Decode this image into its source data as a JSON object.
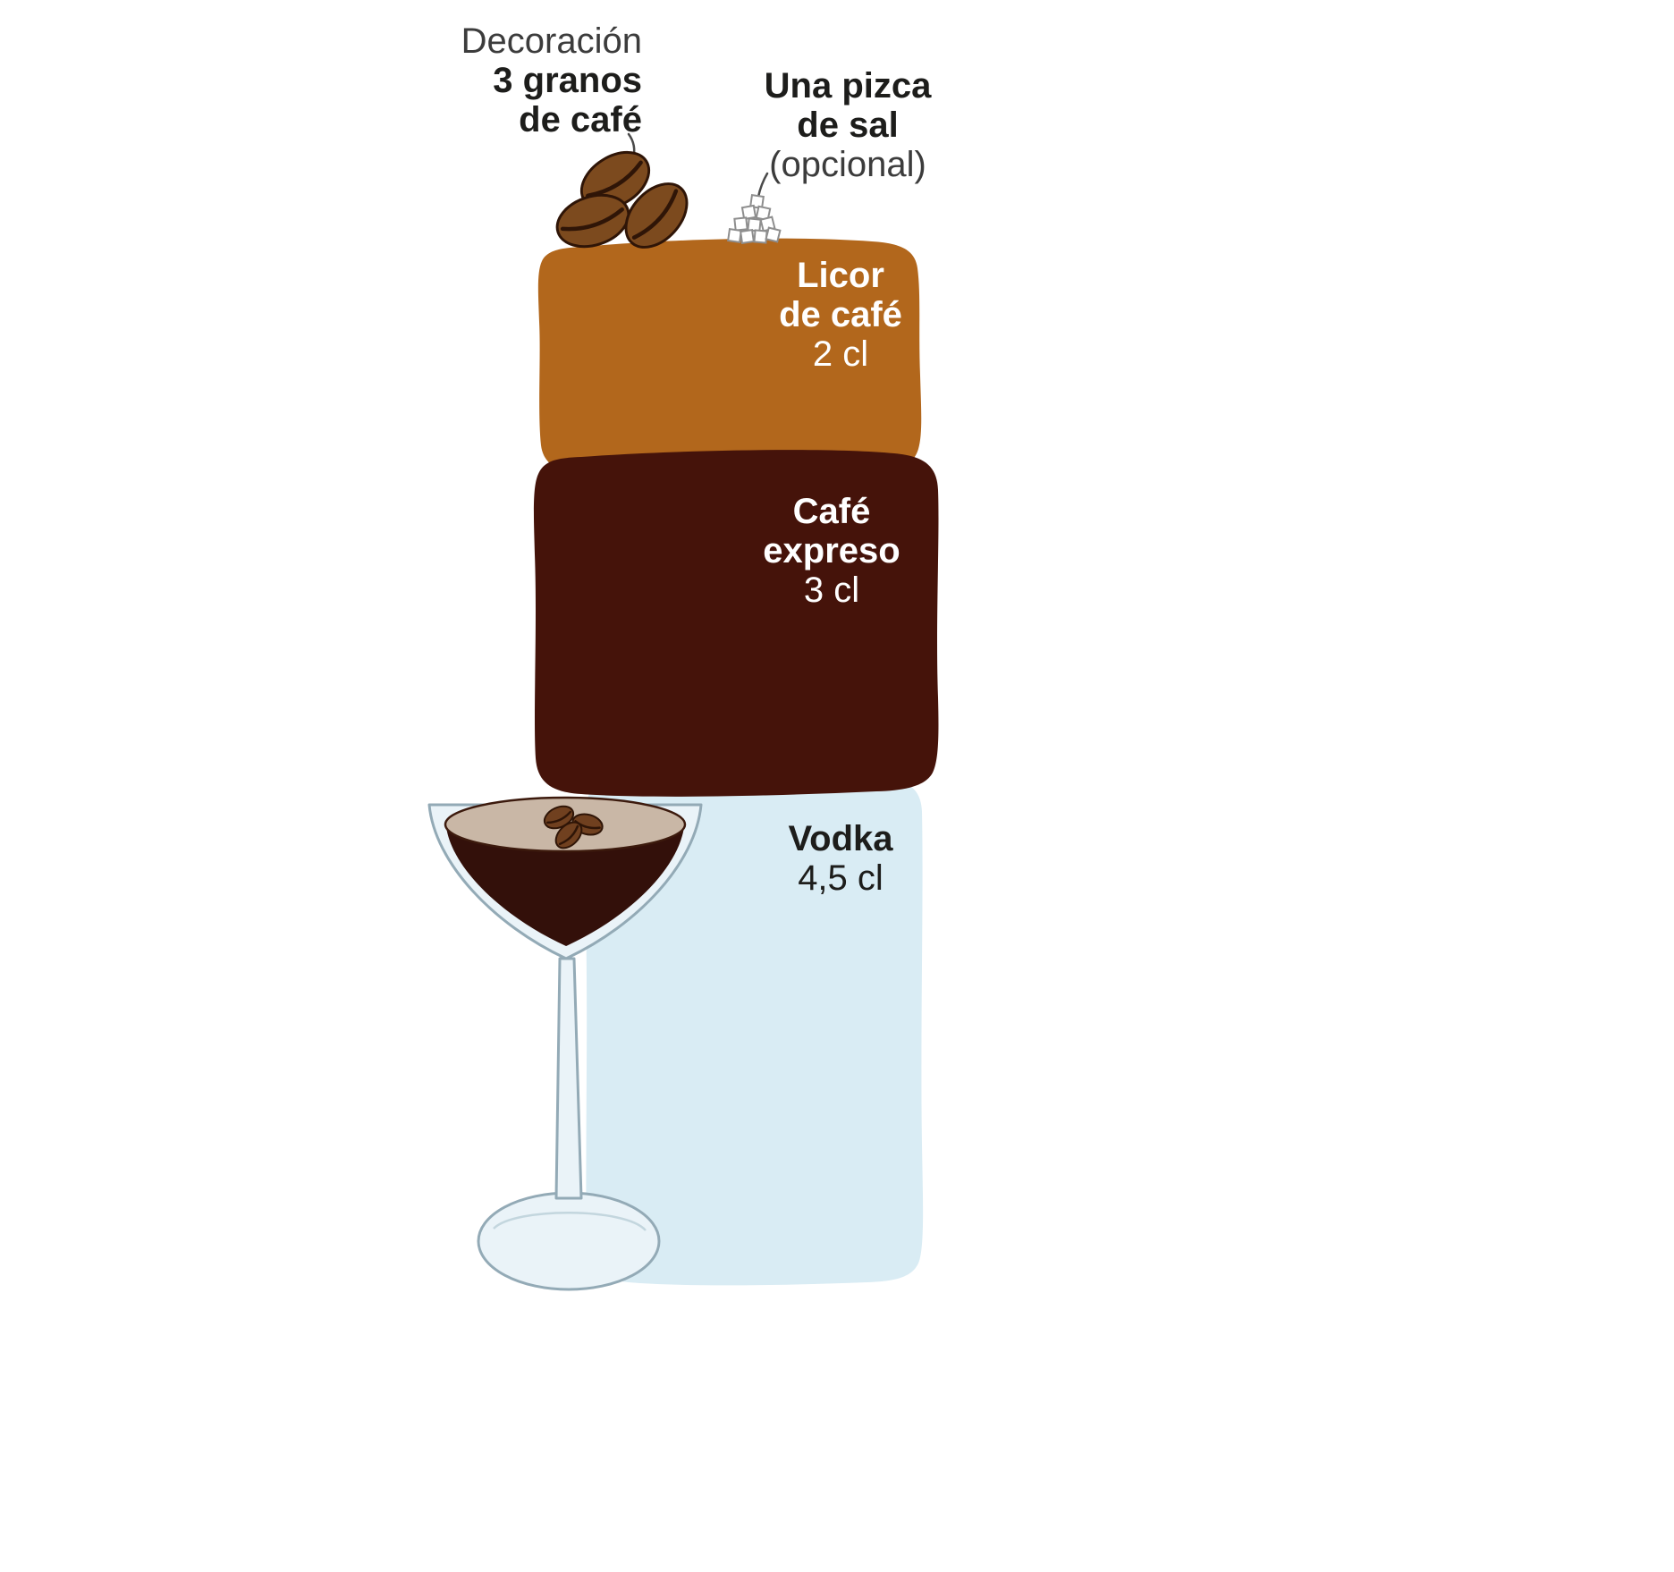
{
  "figure": {
    "background": "#ffffff",
    "subject": "Espresso Martini ingredient diagram"
  },
  "annotations": {
    "decoration": {
      "title": "Decoración",
      "line1": "3 granos",
      "line2": "de café"
    },
    "salt": {
      "line1": "Una pizca",
      "line2": "de sal",
      "note": "(opcional)"
    }
  },
  "layers": {
    "licor": {
      "name_line1": "Licor",
      "name_line2": "de café",
      "amount": "2 cl",
      "color": "#b2671c",
      "text_color": "#ffffff"
    },
    "expreso": {
      "name_line1": "Café",
      "name_line2": "expreso",
      "amount": "3 cl",
      "color": "#45130a",
      "text_color": "#ffffff"
    },
    "vodka": {
      "name_line1": "Vodka",
      "amount": "4,5 cl",
      "color": "#d9ecf4",
      "text_color": "#1d1d1b"
    }
  },
  "icons": {
    "coffee_beans": "coffee-beans-icon",
    "salt_pinch": "salt-pinch-icon",
    "martini_glass": "martini-glass-icon"
  },
  "palette": {
    "bean_fill": "#7c4a1e",
    "bean_outline": "#2f1507",
    "glass_stroke": "#93aab6",
    "glass_fill": "#eaf3f8",
    "drink_liquid": "#33100a",
    "drink_foam": "#c9b7a6",
    "connector_line": "#4a4a4a",
    "salt_stroke": "#8e8e8e"
  }
}
